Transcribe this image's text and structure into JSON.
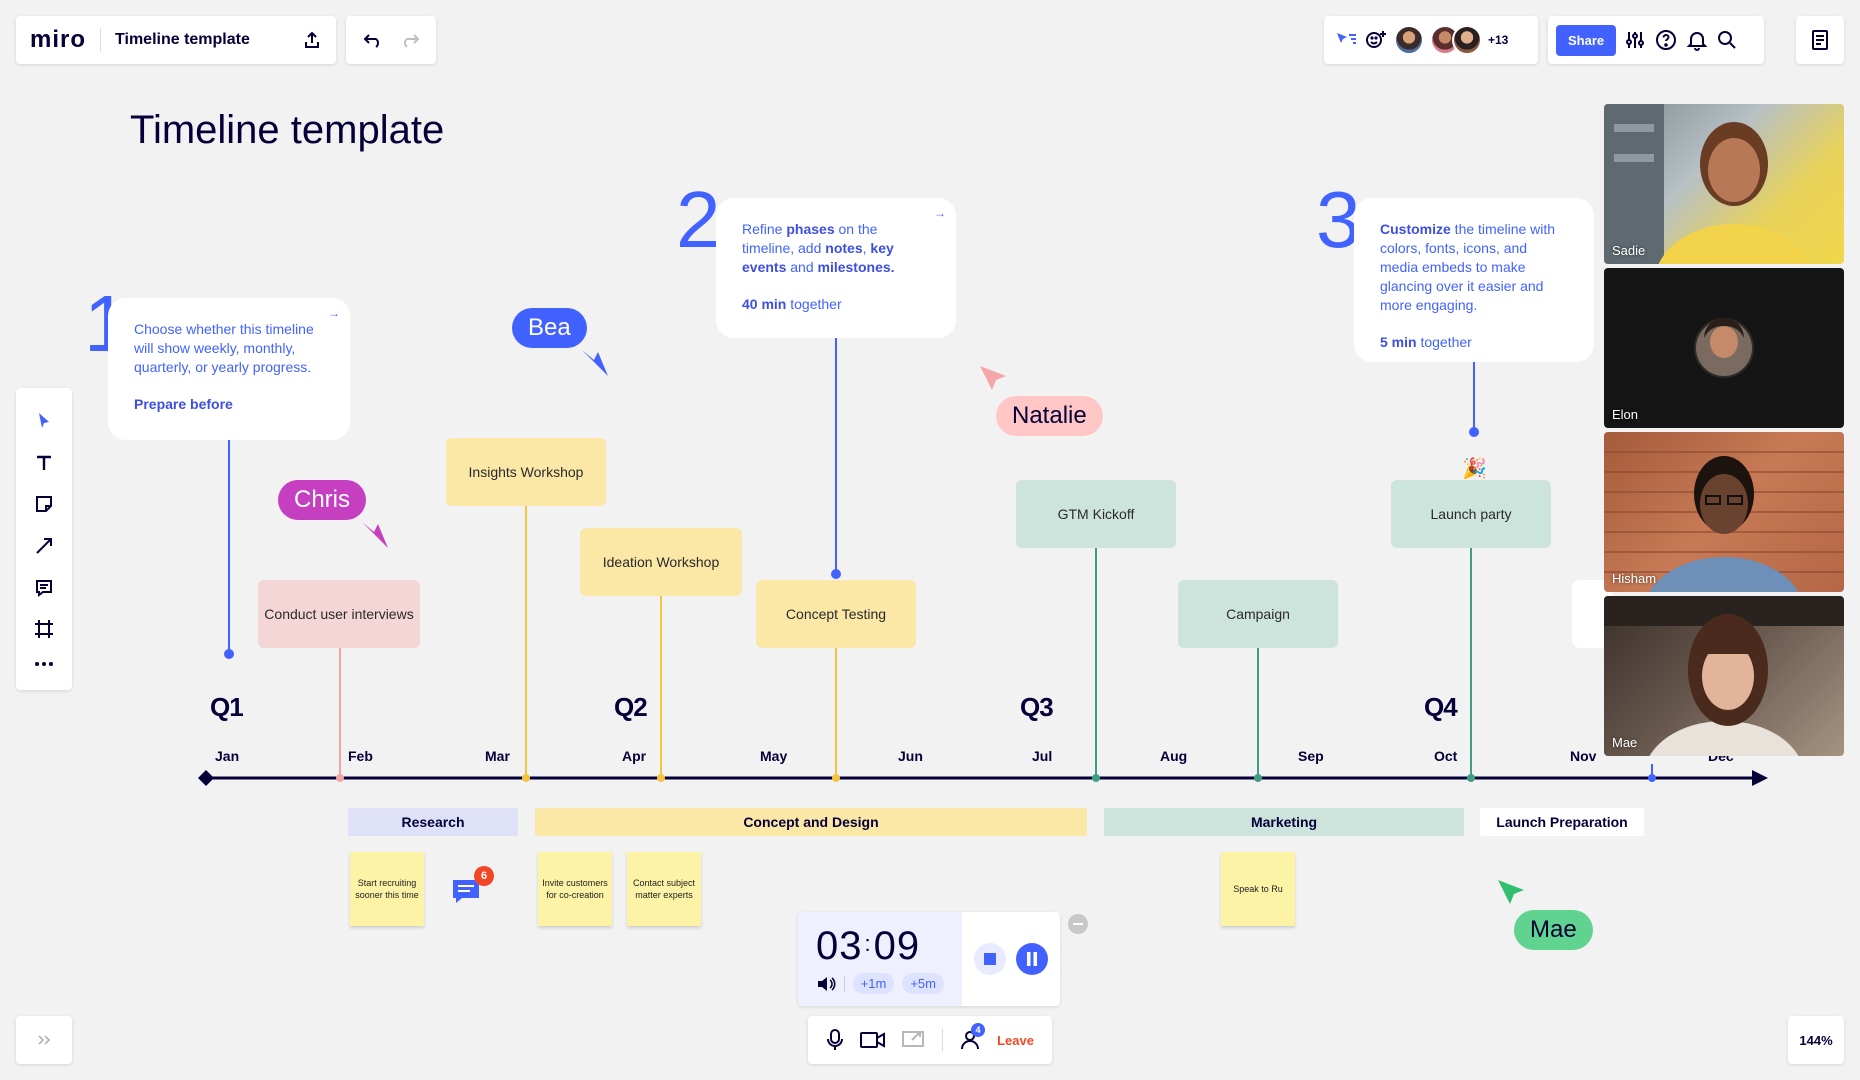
{
  "app": {
    "logo": "miro",
    "board_name": "Timeline template"
  },
  "collab": {
    "more_count": "+13"
  },
  "share": {
    "label": "Share"
  },
  "board": {
    "title": "Timeline template"
  },
  "steps": [
    {
      "number": "1",
      "text_html": "Choose whether this timeline will show weekly, monthly, quarterly, or yearly progress.",
      "footnote_bold": "Prepare before",
      "footnote_rest": ""
    },
    {
      "number": "2",
      "text_parts": [
        "Refine ",
        "phases",
        " on the timeline, add ",
        "notes",
        ", ",
        "key events",
        " and ",
        "milestones."
      ],
      "footnote_bold": "40 min",
      "footnote_rest": " together"
    },
    {
      "number": "3",
      "text_parts": [
        "Customize",
        " the timeline with colors, fonts, icons, and media embeds to make glancing over it easier and more engaging."
      ],
      "footnote_bold": "5 min",
      "footnote_rest": " together"
    }
  ],
  "cursors": [
    {
      "name": "Bea",
      "color": "#4262ff"
    },
    {
      "name": "Chris",
      "color": "#c53fc0"
    },
    {
      "name": "Natalie",
      "color": "#ffc6c6",
      "text_color": "#050038"
    },
    {
      "name": "Mae",
      "color": "#5fd38f",
      "text_color": "#050038"
    }
  ],
  "events": {
    "interviews": "Conduct user interviews",
    "insights": "Insights Workshop",
    "ideation": "Ideation Workshop",
    "concept_testing": "Concept Testing",
    "gtm": "GTM Kickoff",
    "campaign": "Campaign",
    "launch_party": "Launch party"
  },
  "quarters": [
    "Q1",
    "Q2",
    "Q3",
    "Q4"
  ],
  "months": [
    "Jan",
    "Feb",
    "Mar",
    "Apr",
    "May",
    "Jun",
    "Jul",
    "Aug",
    "Sep",
    "Oct",
    "Nov",
    "Dec"
  ],
  "phases": {
    "research": "Research",
    "concept": "Concept and Design",
    "marketing": "Marketing",
    "launch": "Launch Preparation"
  },
  "stickies": {
    "s1": "Start recruiting sooner this time",
    "s2": "Invite customers for co-creation",
    "s3": "Contact subject matter experts",
    "s4": "Speak to Ru"
  },
  "comment": {
    "badge": "6"
  },
  "timer": {
    "minutes": "03",
    "seconds": "09",
    "add1": "+1m",
    "add5": "+5m"
  },
  "call": {
    "participants": "4",
    "leave": "Leave"
  },
  "zoom": "144%",
  "videos": [
    {
      "name": "Sadie"
    },
    {
      "name": "Elon"
    },
    {
      "name": "Hisham"
    },
    {
      "name": "Mae"
    }
  ],
  "colors": {
    "accent": "#4262ff",
    "pink": "#f5d6d6",
    "yellow": "#fbe7a6",
    "green": "#cde4dc",
    "leave": "#f24726"
  }
}
